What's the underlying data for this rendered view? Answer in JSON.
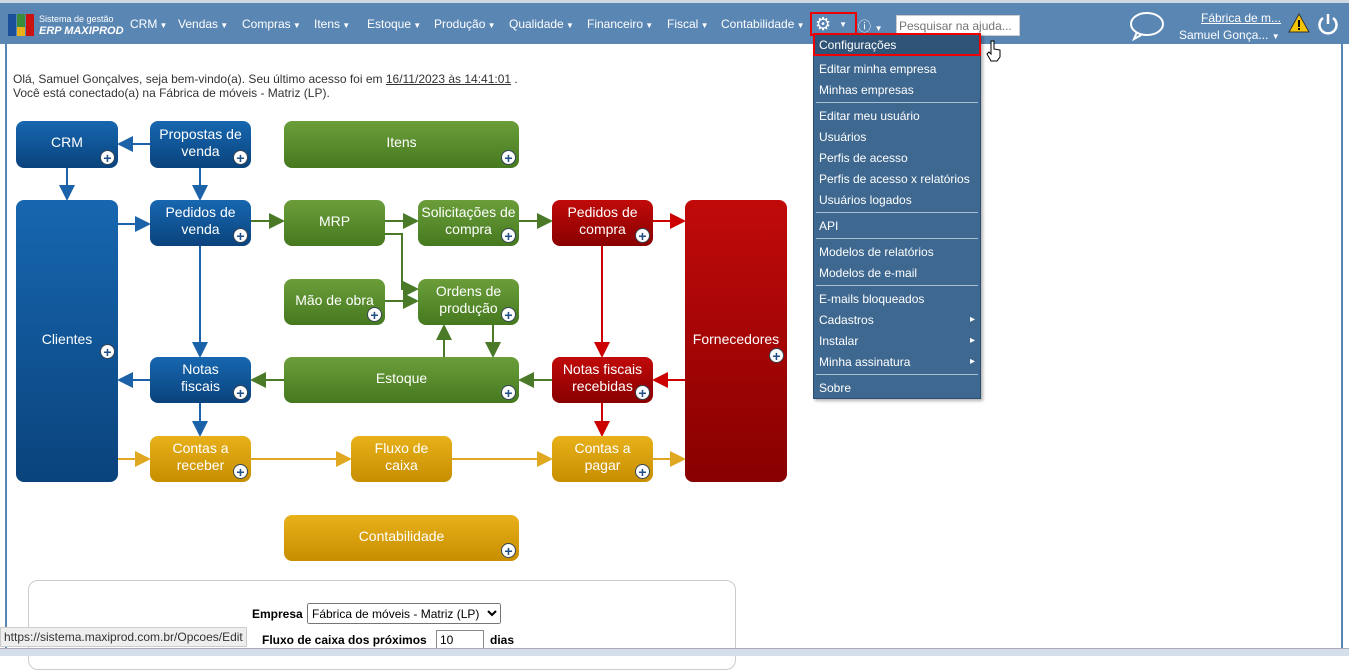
{
  "logo": {
    "line1": "Sistema de gestão",
    "line2": "ERP MAXIPROD"
  },
  "nav": [
    "CRM",
    "Vendas",
    "Compras",
    "Itens",
    "Estoque",
    "Produção",
    "Qualidade",
    "Financeiro",
    "Fiscal",
    "Contabilidade"
  ],
  "search": {
    "placeholder": "Pesquisar na ajuda..."
  },
  "account": {
    "company": "Fábrica de m...",
    "user": "Samuel Gonça..."
  },
  "welcome": {
    "line1_pre": "Olá, Samuel Gonçalves, seja bem-vindo(a). Seu último acesso foi em ",
    "last_access": "16/11/2023 às 14:41:01",
    "line1_post": " .",
    "line2": "Você está conectado(a) na Fábrica de móveis - Matriz (LP)."
  },
  "flow": {
    "crm": "CRM",
    "propostas": "Propostas de venda",
    "itens": "Itens",
    "clientes": "Clientes",
    "pedidos_venda": "Pedidos de venda",
    "mrp": "MRP",
    "solicitacoes": "Solicitações de compra",
    "pedidos_compra": "Pedidos de compra",
    "fornecedores": "Fornecedores",
    "mao_obra": "Mão de obra",
    "ordens": "Ordens de produção",
    "notas": "Notas fiscais",
    "estoque": "Estoque",
    "notas_recebidas": "Notas fiscais recebidas",
    "contas_receber": "Contas a receber",
    "fluxo": "Fluxo de caixa",
    "contas_pagar": "Contas a pagar",
    "contabilidade": "Contabilidade"
  },
  "menu": [
    "Configurações",
    "Editar minha empresa",
    "Minhas empresas",
    "Editar meu usuário",
    "Usuários",
    "Perfis de acesso",
    "Perfis de acesso x relatórios",
    "Usuários logados",
    "API",
    "Modelos de relatórios",
    "Modelos de e-mail",
    "E-mails bloqueados",
    "Cadastros",
    "Instalar",
    "Minha assinatura",
    "Sobre"
  ],
  "form": {
    "empresa_label": "Empresa",
    "empresa_value": "Fábrica de móveis - Matriz (LP)",
    "fluxo_label": "Fluxo de caixa dos próximos",
    "fluxo_value": "10",
    "dias": "dias"
  },
  "status_url": "https://sistema.maxiprod.com.br/Opcoes/Edit"
}
